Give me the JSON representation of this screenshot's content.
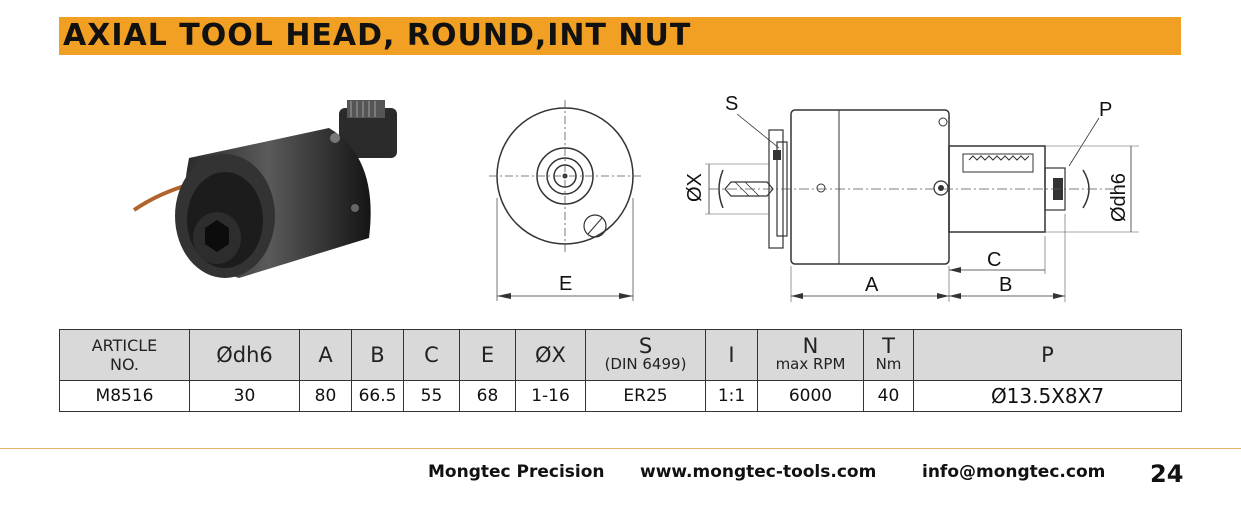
{
  "header": {
    "title": "AXIAL TOOL HEAD, ROUND,INT NUT"
  },
  "drawing": {
    "labels": {
      "S": "S",
      "P": "P",
      "X": "ØX",
      "dh6": "Ødh6",
      "E": "E",
      "A": "A",
      "B": "B",
      "C": "C"
    }
  },
  "table": {
    "headers": {
      "article": "ARTICLE",
      "article2": "NO.",
      "dh6": "Ødh6",
      "a": "A",
      "b": "B",
      "c": "C",
      "e": "E",
      "x": "ØX",
      "s": "S",
      "s_sub": "(DIN 6499)",
      "i": "I",
      "n": "N",
      "n_sub": "max RPM",
      "t": "T",
      "t_sub": "Nm",
      "p": "P"
    },
    "rows": [
      {
        "article": "M8516",
        "dh6": "30",
        "a": "80",
        "b": "66.5",
        "c": "55",
        "e": "68",
        "x": "1-16",
        "s": "ER25",
        "i": "1:1",
        "n": "6000",
        "t": "40",
        "p": "Ø13.5X8X7"
      }
    ]
  },
  "footer": {
    "company": "Mongtec Precision",
    "website": "www.mongtec-tools.com",
    "email": "info@mongtec.com",
    "page": "24"
  },
  "colors": {
    "title_bar": "#f2a024",
    "header_row": "#d9d9d9"
  }
}
